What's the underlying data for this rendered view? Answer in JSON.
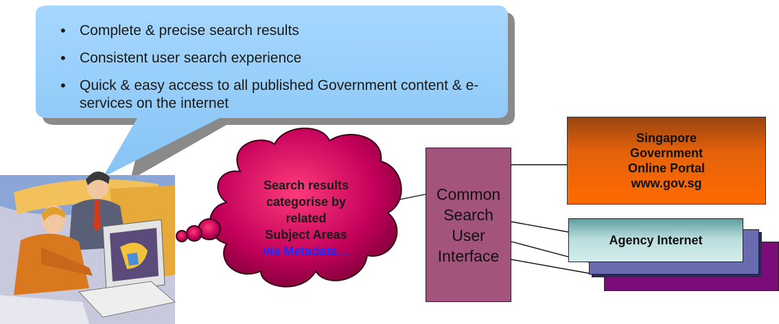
{
  "bubble": {
    "points": [
      "Complete & precise search results",
      "Consistent user search experience",
      "Quick & easy access to all published Government content & e-services on the internet"
    ]
  },
  "cloud": {
    "line1": "Search results",
    "line2": "categorise by",
    "line3": "related",
    "line4": "Subject Areas",
    "highlight": "via Metadata…"
  },
  "common_search": {
    "line1": "Common",
    "line2": "Search",
    "line3": "User",
    "line4": "Interface"
  },
  "portal": {
    "line1": "Singapore",
    "line2": "Government",
    "line3": "Online Portal",
    "line4": "www.gov.sg"
  },
  "agency": {
    "label": "Agency Internet"
  },
  "colors": {
    "bubble_fill": "#9fd3ff",
    "cloud_fill": "#b0004f",
    "interface_fill": "#a4537c",
    "portal_fill": "#ff6a00",
    "agency_fill": "#c8e6e6",
    "highlight_text": "#1b2bff"
  }
}
